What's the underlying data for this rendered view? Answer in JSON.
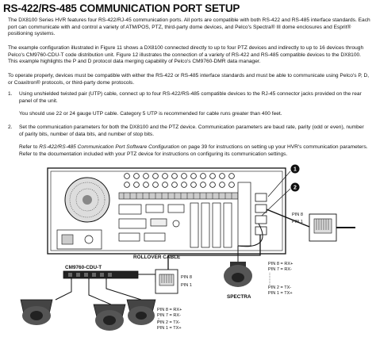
{
  "title": "RS-422/RS-485 COMMUNICATION PORT SETUP",
  "intro": "The DX8100 Series HVR features four RS-422/RJ-45 communication ports. All ports are compatible with both RS-422 and RS-485 interface standards. Each port can communicate with and control a variety of ATM/POS, PTZ, third-party dome devices, and Pelco's Spectra® III dome enclosures and Esprit® positioning systems.",
  "example": "The example configuration illustrated in Figure 11 shows a DX8100 connected directly to up to four PTZ devices and indirectly to up to 16 devices through Pelco's CM9760-CDU-T code distribution unit. Figure 12 illustrates the connection of a variety of RS-422 and RS-485 compatible devices to the DX8100. This example highlights the P and D protocol data merging capability of Pelco's CM9760-DMR data manager.",
  "operate": "To operate properly, devices must be compatible with either the RS-422 or RS-485 interface standards and must be able to communicate using Pelco's P, D, or Coaxitron® protocols, or third-party dome protocols.",
  "step1": {
    "num": "1.",
    "text": "Using unshielded twisted pair (UTP) cable, connect up to four RS-422/RS-485 compatible devices to the RJ-45 connector jacks provided on the rear panel of the unit.",
    "note": "You should use 22 or 24 gauge UTP cable. Category 5 UTP is recommended for cable runs greater than 400 feet."
  },
  "step2": {
    "num": "2.",
    "text": "Set the communication parameters for both the DX8100 and the PTZ device. Communication parameters are baud rate, parity (odd or even), number of parity bits, number of data bits, and number of stop bits.",
    "ref_pre": "Refer to ",
    "ref_italic": "RS-422/RS-485 Communication Port Software Configuration",
    "ref_post": " on page 39 for instructions on setting up your HVR's communication parameters. Refer to the documentation included with your PTZ device for instructions on configuring its communication settings."
  },
  "figure": {
    "callout_1": "1",
    "callout_2": "2",
    "pin8_top": "PIN 8",
    "pin1_top": "PIN 1",
    "rollover_cable": "ROLLOVER CABLE",
    "cdu": "CM9760-CDU-T",
    "pin8_cdu": "PIN 8",
    "pin1_cdu": "PIN 1",
    "right_pins": [
      "PIN 8 = RX+",
      "PIN 7 = RX-"
    ],
    "right_pins_b": [
      "PIN 2 = TX-",
      "PIN 1 = TX+"
    ],
    "spectra": "SPECTRA",
    "bottom_pins": [
      "PIN 8 = RX+",
      "PIN 7 = RX-"
    ],
    "bottom_pins_b": [
      "PIN 2 = TX-",
      "PIN 1 = TX+"
    ]
  }
}
